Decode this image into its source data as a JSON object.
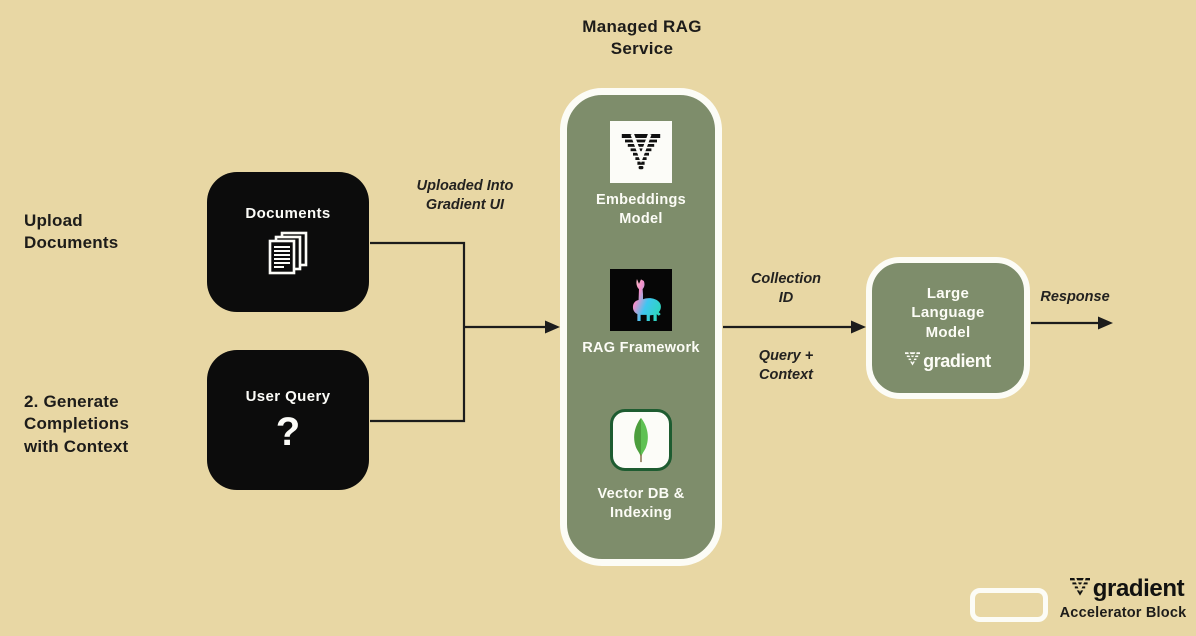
{
  "colors": {
    "background": "#e8d7a4",
    "sage_green": "#7e8d6b",
    "box_black": "#0c0c0c",
    "border_white": "#fcfcf6",
    "line_black": "#1c1c1c",
    "mongo_border_green": "#1e5c31",
    "mongo_leaf_light": "#5fc153",
    "mongo_leaf_dark": "#4c9e3d",
    "llama_pink": "#f48fcb",
    "llama_cyan": "#3fc6f1"
  },
  "title": "Managed RAG Service",
  "steps": {
    "upload": "Upload Documents",
    "generate": "2. Generate Completions with Context"
  },
  "sources": {
    "documents": {
      "label": "Documents"
    },
    "user_query": {
      "label": "User Query",
      "symbol": "?"
    }
  },
  "flow_labels": {
    "uploaded_into": "Uploaded Into Gradient UI",
    "collection_id": "Collection ID",
    "query_context": "Query + Context",
    "response": "Response"
  },
  "rag_service": {
    "modules": [
      {
        "label": "Embeddings Model",
        "icon": "gradient-logo-icon"
      },
      {
        "label": "RAG Framework",
        "icon": "llama-icon"
      },
      {
        "label": "Vector DB & Indexing",
        "icon": "mongodb-leaf-icon"
      }
    ]
  },
  "llm": {
    "label": "Large Language Model",
    "brand": "gradient"
  },
  "legend": {
    "brand": "gradient",
    "caption": "Accelerator Block"
  }
}
